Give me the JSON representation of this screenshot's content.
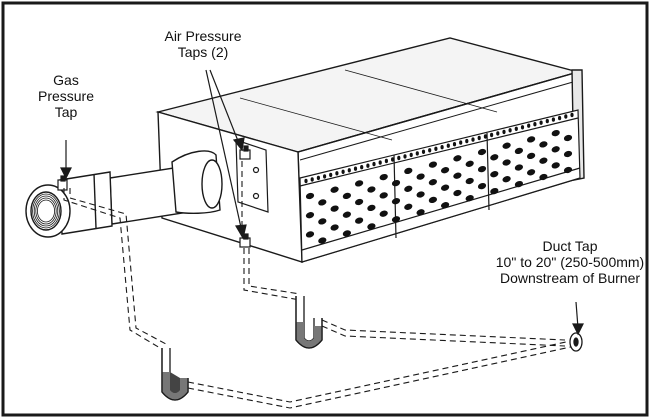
{
  "labels": {
    "gas_pressure_tap": [
      "Gas",
      "Pressure",
      "Tap"
    ],
    "air_pressure_taps": [
      "Air Pressure",
      "Taps (2)"
    ],
    "duct_tap": [
      "Duct Tap",
      "10\" to 20\" (250-500mm)",
      "Downstream of Burner"
    ]
  },
  "colors": {
    "line": "#1a1a1a",
    "hole": "#111111",
    "background": "#ffffff"
  }
}
